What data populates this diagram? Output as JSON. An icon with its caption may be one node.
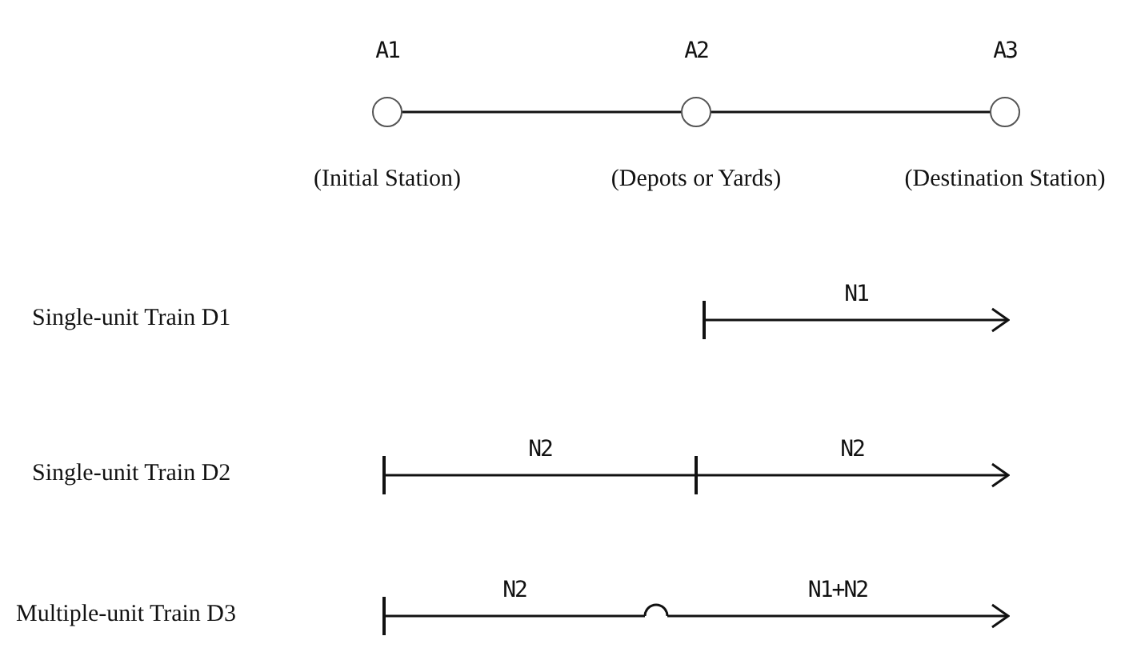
{
  "diagram": {
    "nodes": [
      {
        "text": [
          "A1",
          "(Initial Station)"
        ]
      },
      {
        "text": [
          "A2",
          "(Depots or Yards)"
        ]
      },
      {
        "text": [
          "A3",
          "(Destination Station)"
        ]
      },
      {
        "text": [],
        "shape": "bar"
      },
      {
        "text": [],
        "shape": "bar"
      },
      {
        "text": [],
        "shape": "bar"
      },
      {
        "text": [],
        "shape": "bar"
      },
      {
        "text": [],
        "shape": "arc"
      }
    ],
    "edges": [
      {
        "from": 0,
        "to": 1,
        "arrow": "none"
      },
      {
        "from": 1,
        "to": 2,
        "arrow": "none"
      },
      {
        "from": 3,
        "to": null,
        "arrow": "to",
        "label": "N1"
      },
      {
        "from": 4,
        "to": 5,
        "arrow": "none",
        "label": "N2"
      },
      {
        "from": 5,
        "to": null,
        "arrow": "to",
        "label": "N2"
      },
      {
        "from": 6,
        "to": 7,
        "arrow": "none",
        "label": "N2"
      },
      {
        "from": 7,
        "to": null,
        "arrow": "to",
        "label": "N1+N2"
      }
    ],
    "labels": [
      "Single-unit Train D1",
      "Single-unit Train D2",
      "Multiple-unit Train D3"
    ]
  }
}
